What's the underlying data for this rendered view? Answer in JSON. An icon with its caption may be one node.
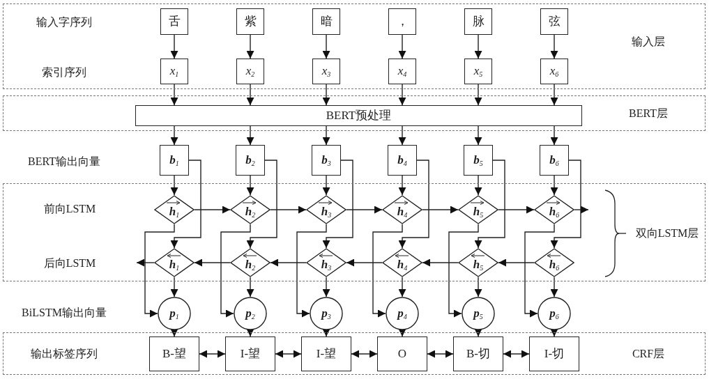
{
  "diagram": {
    "nodes": [
      {
        "text": [
          "输入字序列",
          "索引序列",
          "输入层"
        ]
      },
      {
        "text": [
          "舌"
        ],
        "in": 0
      },
      {
        "text": [
          "紫"
        ],
        "in": 0
      },
      {
        "text": [
          "暗"
        ],
        "in": 0
      },
      {
        "text": [
          "，"
        ],
        "in": 0
      },
      {
        "text": [
          "脉"
        ],
        "in": 0
      },
      {
        "text": [
          "弦"
        ],
        "in": 0
      },
      {
        "text": [
          "x$_{1}$"
        ],
        "in": 0
      },
      {
        "text": [
          "x$_{2}$"
        ],
        "in": 0
      },
      {
        "text": [
          "x$_{3}$"
        ],
        "in": 0
      },
      {
        "text": [
          "x$_{4}$"
        ],
        "in": 0
      },
      {
        "text": [
          "x$_{5}$"
        ],
        "in": 0
      },
      {
        "text": [
          "x$_{6}$"
        ],
        "in": 0
      },
      {
        "text": [
          "BERT层"
        ]
      },
      {
        "text": [
          "BERT预处理"
        ],
        "in": 13
      },
      {
        "text": [
          "b$_{1}$"
        ]
      },
      {
        "text": [
          "b$_{2}$"
        ]
      },
      {
        "text": [
          "b$_{3}$"
        ]
      },
      {
        "text": [
          "b$_{4}$"
        ]
      },
      {
        "text": [
          "b$_{5}$"
        ]
      },
      {
        "text": [
          "b$_{6}$"
        ]
      },
      {
        "text": [
          "前向LSTM",
          "后向LSTM",
          "双向LSTM层"
        ]
      },
      {
        "text": [
          "h$_{1}$"
        ],
        "in": 21
      },
      {
        "text": [
          "h$_{2}$"
        ],
        "in": 21
      },
      {
        "text": [
          "h$_{3}$"
        ],
        "in": 21
      },
      {
        "text": [
          "h$_{4}$"
        ],
        "in": 21
      },
      {
        "text": [
          "h$_{5}$"
        ],
        "in": 21
      },
      {
        "text": [
          "h$_{6}$"
        ],
        "in": 21
      },
      {
        "text": [
          "h$_{1}$"
        ],
        "in": 21
      },
      {
        "text": [
          "h$_{2}$"
        ],
        "in": 21
      },
      {
        "text": [
          "h$_{3}$"
        ],
        "in": 21
      },
      {
        "text": [
          "h$_{4}$"
        ],
        "in": 21
      },
      {
        "text": [
          "h$_{5}$"
        ],
        "in": 21
      },
      {
        "text": [
          "h$_{6}$"
        ],
        "in": 21
      },
      {
        "text": [
          "p$_{1}$"
        ]
      },
      {
        "text": [
          "p$_{2}$"
        ]
      },
      {
        "text": [
          "p$_{3}$"
        ]
      },
      {
        "text": [
          "p$_{4}$"
        ]
      },
      {
        "text": [
          "p$_{5}$"
        ]
      },
      {
        "text": [
          "p$_{6}$"
        ]
      },
      {
        "text": [
          "输出标签序列",
          "CRF层"
        ]
      },
      {
        "text": [
          "B-望"
        ],
        "in": 40
      },
      {
        "text": [
          "I-望"
        ],
        "in": 40
      },
      {
        "text": [
          "I-望"
        ],
        "in": 40
      },
      {
        "text": [
          "O"
        ],
        "in": 40
      },
      {
        "text": [
          "B-切"
        ],
        "in": 40
      },
      {
        "text": [
          "I-切"
        ],
        "in": 40
      }
    ],
    "edges": [
      {
        "from": 1,
        "to": 7,
        "arrow": "to"
      },
      {
        "from": 2,
        "to": 8,
        "arrow": "to"
      },
      {
        "from": 3,
        "to": 9,
        "arrow": "to"
      },
      {
        "from": 4,
        "to": 10,
        "arrow": "to"
      },
      {
        "from": 5,
        "to": 11,
        "arrow": "to"
      },
      {
        "from": 6,
        "to": 12,
        "arrow": "to"
      },
      {
        "from": 7,
        "to": 14,
        "arrow": "to"
      },
      {
        "from": 8,
        "to": 14,
        "arrow": "to"
      },
      {
        "from": 9,
        "to": 14,
        "arrow": "to"
      },
      {
        "from": 10,
        "to": 14,
        "arrow": "to"
      },
      {
        "from": 11,
        "to": 14,
        "arrow": "to"
      },
      {
        "from": 12,
        "to": 14,
        "arrow": "to"
      },
      {
        "from": 14,
        "to": 15,
        "arrow": "to"
      },
      {
        "from": 14,
        "to": 16,
        "arrow": "to"
      },
      {
        "from": 14,
        "to": 17,
        "arrow": "to"
      },
      {
        "from": 14,
        "to": 18,
        "arrow": "to"
      },
      {
        "from": 14,
        "to": 19,
        "arrow": "to"
      },
      {
        "from": 14,
        "to": 20,
        "arrow": "to"
      },
      {
        "from": 15,
        "to": 22,
        "arrow": "to"
      },
      {
        "from": 16,
        "to": 23,
        "arrow": "to"
      },
      {
        "from": 17,
        "to": 24,
        "arrow": "to"
      },
      {
        "from": 18,
        "to": 25,
        "arrow": "to"
      },
      {
        "from": 19,
        "to": 26,
        "arrow": "to"
      },
      {
        "from": 20,
        "to": 27,
        "arrow": "to"
      },
      {
        "from": 15,
        "to": 28,
        "arrow": "to"
      },
      {
        "from": 16,
        "to": 29,
        "arrow": "to"
      },
      {
        "from": 17,
        "to": 30,
        "arrow": "to"
      },
      {
        "from": 18,
        "to": 31,
        "arrow": "to"
      },
      {
        "from": 19,
        "to": 32,
        "arrow": "to"
      },
      {
        "from": 20,
        "to": 33,
        "arrow": "to"
      },
      {
        "from": 22,
        "to": 23,
        "arrow": "to"
      },
      {
        "from": 23,
        "to": 24,
        "arrow": "to"
      },
      {
        "from": 24,
        "to": 25,
        "arrow": "to"
      },
      {
        "from": 25,
        "to": 26,
        "arrow": "to"
      },
      {
        "from": 26,
        "to": 27,
        "arrow": "to"
      },
      {
        "from": 27,
        "to": null,
        "arrow": "to"
      },
      {
        "from": 33,
        "to": 32,
        "arrow": "to"
      },
      {
        "from": 32,
        "to": 31,
        "arrow": "to"
      },
      {
        "from": 31,
        "to": 30,
        "arrow": "to"
      },
      {
        "from": 30,
        "to": 29,
        "arrow": "to"
      },
      {
        "from": 29,
        "to": 28,
        "arrow": "to"
      },
      {
        "from": 28,
        "to": null,
        "arrow": "to"
      },
      {
        "from": 22,
        "to": 34,
        "arrow": "to"
      },
      {
        "from": 23,
        "to": 35,
        "arrow": "to"
      },
      {
        "from": 24,
        "to": 36,
        "arrow": "to"
      },
      {
        "from": 25,
        "to": 37,
        "arrow": "to"
      },
      {
        "from": 26,
        "to": 38,
        "arrow": "to"
      },
      {
        "from": 27,
        "to": 39,
        "arrow": "to"
      },
      {
        "from": 28,
        "to": 34,
        "arrow": "to"
      },
      {
        "from": 29,
        "to": 35,
        "arrow": "to"
      },
      {
        "from": 30,
        "to": 36,
        "arrow": "to"
      },
      {
        "from": 31,
        "to": 37,
        "arrow": "to"
      },
      {
        "from": 32,
        "to": 38,
        "arrow": "to"
      },
      {
        "from": 33,
        "to": 39,
        "arrow": "to"
      },
      {
        "from": 34,
        "to": 41,
        "arrow": "to"
      },
      {
        "from": 35,
        "to": 42,
        "arrow": "to"
      },
      {
        "from": 36,
        "to": 43,
        "arrow": "to"
      },
      {
        "from": 37,
        "to": 44,
        "arrow": "to"
      },
      {
        "from": 38,
        "to": 45,
        "arrow": "to"
      },
      {
        "from": 39,
        "to": 46,
        "arrow": "to"
      },
      {
        "from": 41,
        "to": 42,
        "arrow": "both"
      },
      {
        "from": 42,
        "to": 43,
        "arrow": "both"
      },
      {
        "from": 43,
        "to": 44,
        "arrow": "both"
      },
      {
        "from": 44,
        "to": 45,
        "arrow": "both"
      },
      {
        "from": 45,
        "to": 46,
        "arrow": "both"
      }
    ],
    "labels": [
      "BERT输出向量",
      "BiLSTM输出向量"
    ]
  }
}
